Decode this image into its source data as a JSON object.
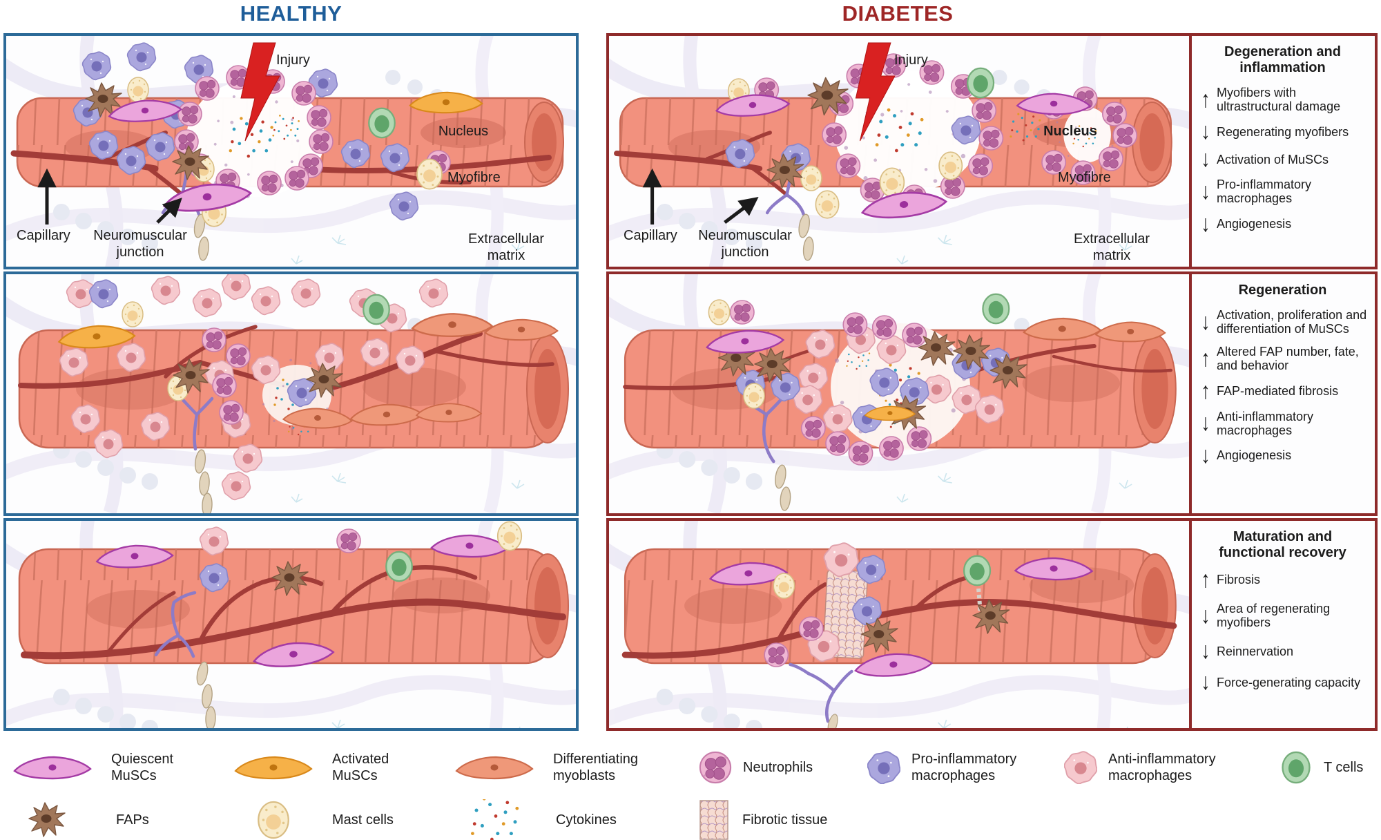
{
  "titles": {
    "healthy": "HEALTHY",
    "diabetes": "DIABETES"
  },
  "colors": {
    "healthy_accent": "#1e5d99",
    "diabetes_accent": "#9e2626",
    "healthy_border": "#2c6a98",
    "diabetes_border": "#8e2a2a",
    "myofibre": "#f2917e",
    "injury_bolt": "#d92121"
  },
  "row1_labels": {
    "healthy": {
      "injury": "Injury",
      "capillary": "Capillary",
      "nmj": "Neuromuscular junction",
      "nucleus": "Nucleus",
      "myofibre": "Myofibre",
      "ecm": "Extracellular matrix"
    },
    "diabetes": {
      "injury": "Injury",
      "capillary": "Capillary",
      "nmj": "Neuromuscular junction",
      "nucleus": "Nucleus",
      "myofibre": "Myofibre",
      "ecm": "Extracellular matrix"
    }
  },
  "side_panels": [
    {
      "title": "Degeneration and inflammation",
      "items": [
        {
          "arrow": "↑",
          "text": "Myofibers with ultrastructural damage"
        },
        {
          "arrow": "↓",
          "text": "Regenerating myofibers"
        },
        {
          "arrow": "↓",
          "text": "Activation of MuSCs"
        },
        {
          "arrow": "↓",
          "text": "Pro-inflammatory macrophages"
        },
        {
          "arrow": "↓",
          "text": "Angiogenesis"
        }
      ]
    },
    {
      "title": "Regeneration",
      "items": [
        {
          "arrow": "↓",
          "text": "Activation, proliferation and differentiation of MuSCs"
        },
        {
          "arrow": "↑",
          "text": "Altered FAP number, fate, and behavior"
        },
        {
          "arrow": "↑",
          "text": "FAP-mediated fibrosis"
        },
        {
          "arrow": "↓",
          "text": "Anti-inflammatory macrophages"
        },
        {
          "arrow": "↓",
          "text": "Angiogenesis"
        }
      ]
    },
    {
      "title": "Maturation and functional recovery",
      "items": [
        {
          "arrow": "↑",
          "text": "Fibrosis"
        },
        {
          "arrow": "↓",
          "text": "Area of regenerating myofibers"
        },
        {
          "arrow": "↓",
          "text": "Reinnervation"
        },
        {
          "arrow": "↓",
          "text": "Force-generating capacity"
        }
      ]
    }
  ],
  "legend": {
    "row1": [
      {
        "icon": "quiescent-musc-icon",
        "label": "Quiescent MuSCs"
      },
      {
        "icon": "activated-musc-icon",
        "label": "Activated MuSCs"
      },
      {
        "icon": "differentiating-myoblast-icon",
        "label": "Differentiating myoblasts"
      },
      {
        "icon": "neutrophil-icon",
        "label": "Neutrophils"
      },
      {
        "icon": "pro-inflammatory-macrophage-icon",
        "label": "Pro-inflammatory macrophages"
      },
      {
        "icon": "anti-inflammatory-macrophage-icon",
        "label": "Anti-inflammatory macrophages"
      },
      {
        "icon": "t-cell-icon",
        "label": "T cells"
      }
    ],
    "row2": [
      {
        "icon": "fap-icon",
        "label": "FAPs"
      },
      {
        "icon": "mast-cell-icon",
        "label": "Mast cells"
      },
      {
        "icon": "cytokines-icon",
        "label": "Cytokines"
      },
      {
        "icon": "fibrotic-tissue-icon",
        "label": "Fibrotic tissue"
      }
    ]
  }
}
